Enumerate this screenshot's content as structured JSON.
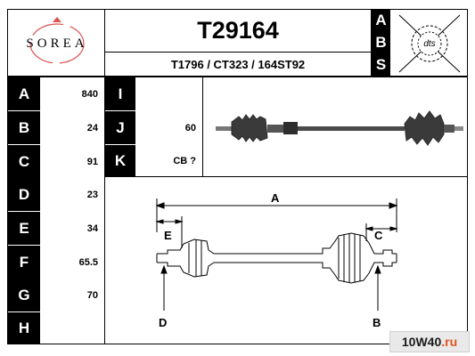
{
  "header": {
    "brand": "SOREA",
    "part_number": "T29164",
    "cross_refs": "T1796 / CT323 / 164ST92",
    "abs_letters": [
      "A",
      "B",
      "S"
    ],
    "abs_badge": "dts"
  },
  "specs_left": [
    {
      "label": "A",
      "value": "840"
    },
    {
      "label": "B",
      "value": "24"
    },
    {
      "label": "C",
      "value": "91"
    },
    {
      "label": "D",
      "value": "23"
    },
    {
      "label": "E",
      "value": "34"
    },
    {
      "label": "F",
      "value": "65.5"
    },
    {
      "label": "G",
      "value": "70"
    },
    {
      "label": "H",
      "value": ""
    }
  ],
  "specs_right": [
    {
      "label": "I",
      "value": ""
    },
    {
      "label": "J",
      "value": "60"
    },
    {
      "label": "K",
      "value": "CB ?"
    }
  ],
  "diagram": {
    "labels": {
      "A": "A",
      "B": "B",
      "C": "C",
      "D": "D",
      "E": "E"
    }
  },
  "watermark": {
    "text_main": "10W40",
    "text_tld": ".ru"
  }
}
